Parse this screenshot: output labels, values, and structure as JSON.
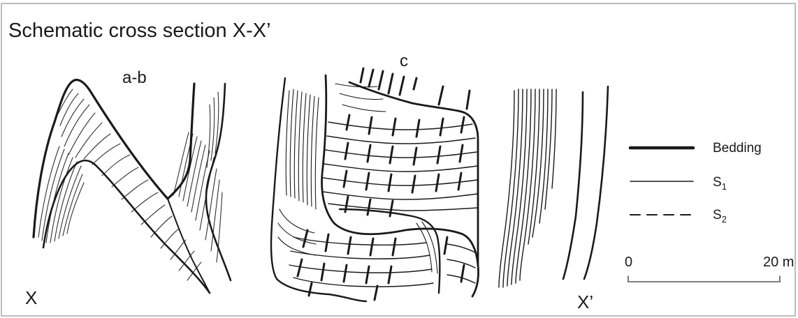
{
  "title": "Schematic cross section X-X’",
  "labels": {
    "fold_ab": "a-b",
    "fold_c": "c",
    "end_x": "X",
    "end_x_prime": "X’"
  },
  "legend": {
    "bedding": "Bedding",
    "s1": {
      "letter": "S",
      "sub": "1"
    },
    "s2": {
      "letter": "S",
      "sub": "2"
    }
  },
  "scale": {
    "start": "0",
    "end": "20 m"
  },
  "colors": {
    "ink": "#1a1a1a",
    "frame": "#bdbdbd"
  }
}
